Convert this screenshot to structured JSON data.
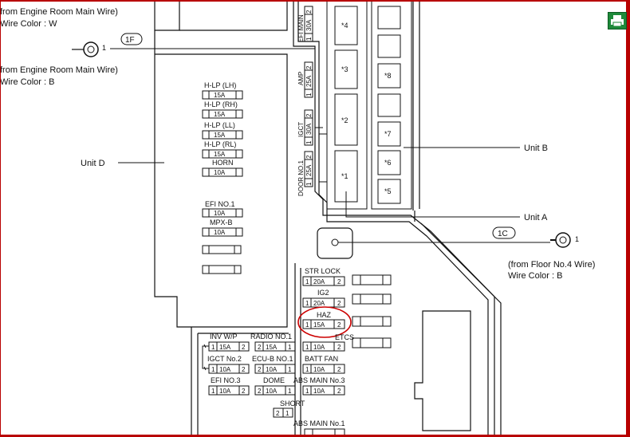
{
  "labels": {
    "from_engine_room_1": "from Engine Room Main Wire)",
    "wire_color_w": "Wire Color : W",
    "from_engine_room_2": "from Engine Room Main Wire)",
    "wire_color_b": "Wire Color : B",
    "unit_d": "Unit D",
    "unit_b": "Unit B",
    "unit_a": "Unit A",
    "from_floor": "(from Floor No.4 Wire)",
    "wire_color_b2": "Wire Color : B"
  },
  "connectors": {
    "c1f": "1F",
    "c1c": "1C",
    "pin1": "1",
    "pin1b": "1"
  },
  "unit_d_fuses": [
    {
      "name": "H-LP (LH)",
      "amp": "15A"
    },
    {
      "name": "H-LP (RH)",
      "amp": "15A"
    },
    {
      "name": "H-LP (LL)",
      "amp": "15A"
    },
    {
      "name": "H-LP (RL)",
      "amp": "15A"
    },
    {
      "name": "HORN",
      "amp": "10A"
    },
    {
      "name": "EFI NO.1",
      "amp": "10A"
    },
    {
      "name": "MPX-B",
      "amp": "10A"
    }
  ],
  "relay_fuses": [
    {
      "name": "EFI MAIN",
      "amp": "30A",
      "p1": "1",
      "p2": "2"
    },
    {
      "name": "AMP",
      "amp": "25A",
      "p1": "1",
      "p2": "2"
    },
    {
      "name": "IGCT",
      "amp": "30A",
      "p1": "1",
      "p2": "2"
    },
    {
      "name": "DOOR NO.1",
      "amp": "25A",
      "p1": "1",
      "p2": "2"
    }
  ],
  "relays": [
    "*4",
    "*3",
    "*2",
    "*1",
    "*8",
    "*7",
    "*6",
    "*5"
  ],
  "right_fuses": [
    {
      "name": "STR LOCK",
      "amp": "20A",
      "p1": "1",
      "p2": "2"
    },
    {
      "name": "IG2",
      "amp": "20A",
      "p1": "1",
      "p2": "2"
    },
    {
      "name": "HAZ",
      "amp": "15A",
      "p1": "1",
      "p2": "2"
    },
    {
      "name": "ETCS",
      "amp": "10A",
      "p1": "1",
      "p2": "2"
    },
    {
      "name": "BATT FAN",
      "amp": "10A",
      "p1": "1",
      "p2": "2"
    },
    {
      "name": "ABS MAIN No.3",
      "amp": "10A",
      "p1": "1",
      "p2": "2"
    }
  ],
  "lower_fuses": [
    {
      "name": "INV W/P",
      "amp": "15A",
      "p1": "1",
      "p2": "2"
    },
    {
      "name": "RADIO NO.1",
      "amp": "15A",
      "p1": "2",
      "p2": "1"
    },
    {
      "name": "IGCT No.2",
      "amp": "10A",
      "p1": "1",
      "p2": "2"
    },
    {
      "name": "ECU-B NO.1",
      "amp": "10A",
      "p1": "2",
      "p2": "1"
    },
    {
      "name": "EFI NO.3",
      "amp": "10A",
      "p1": "1",
      "p2": "2"
    },
    {
      "name": "DOME",
      "amp": "10A",
      "p1": "2",
      "p2": "1"
    }
  ],
  "short": {
    "name": "SHORT",
    "p1": "2",
    "p2": "1"
  },
  "abs_main_1": {
    "name": "ABS MAIN No.1"
  },
  "colors": {
    "frame": "#b80000",
    "highlight": "#cc0000",
    "print_button": "#1e8a3a"
  },
  "icons": {
    "print": "printer-icon"
  }
}
